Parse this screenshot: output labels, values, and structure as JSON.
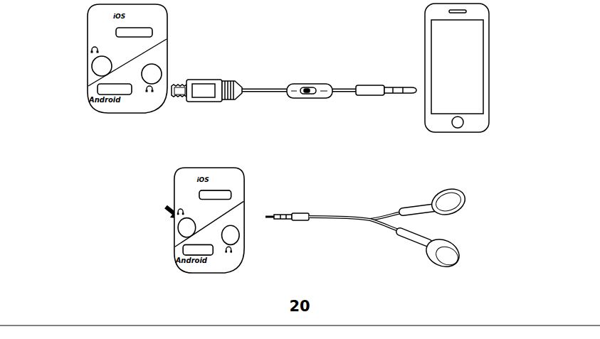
{
  "diagram": {
    "nodes": [
      {
        "text": [
          "iOS",
          "Android"
        ]
      },
      {
        "text": [
          "iOS",
          "Android"
        ]
      }
    ],
    "labels": [
      "20"
    ]
  }
}
